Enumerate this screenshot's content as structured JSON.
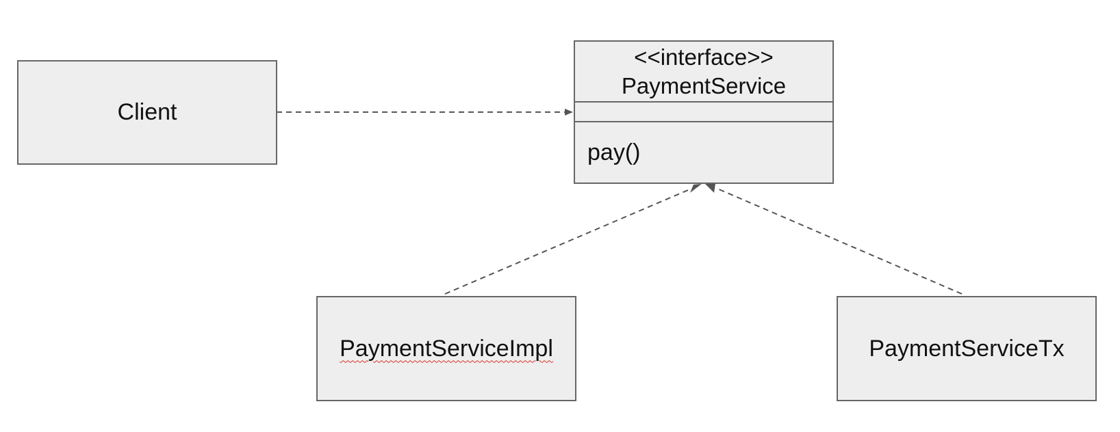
{
  "diagram": {
    "client": {
      "label": "Client"
    },
    "interface": {
      "stereotype": "<<interface>>",
      "name": "PaymentService",
      "attributes": [],
      "operations": [
        "pay()"
      ]
    },
    "impl": {
      "label": "PaymentServiceImpl"
    },
    "tx": {
      "label": "PaymentServiceTx"
    },
    "relations": [
      {
        "from": "Client",
        "to": "PaymentService",
        "kind": "dependency"
      },
      {
        "from": "PaymentServiceImpl",
        "to": "PaymentService",
        "kind": "realization"
      },
      {
        "from": "PaymentServiceTx",
        "to": "PaymentService",
        "kind": "realization"
      }
    ],
    "colors": {
      "fill": "#eeeeee",
      "stroke": "#666666",
      "connector": "#555555",
      "spellcheck": "#d93025"
    }
  }
}
